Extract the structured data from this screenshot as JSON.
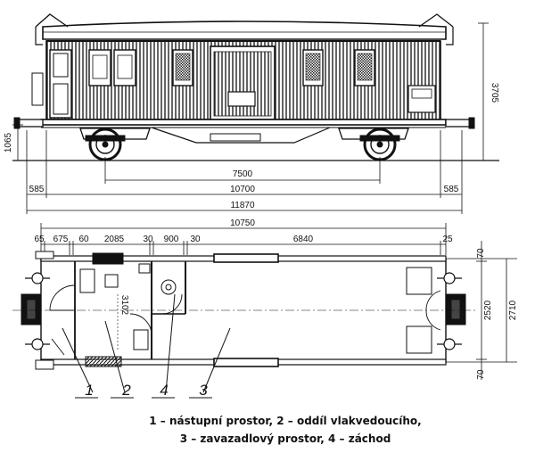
{
  "side_view": {
    "height_total": "3705",
    "floor_height": "1065",
    "bogie_pitch": "7500",
    "body_length": "10700",
    "overhang_left": "585",
    "overhang_right": "585",
    "length_over_buffers": "11870"
  },
  "plan_view": {
    "frame_length": "10750",
    "segments": [
      "65",
      "675",
      "60",
      "2085",
      "30",
      "900",
      "30",
      "6840",
      "25"
    ],
    "interior_width": "2520",
    "outer_width": "2710",
    "side_margin_top": "70",
    "side_margin_bottom": "70",
    "partition_length": "3102"
  },
  "callouts": [
    "1",
    "2",
    "4",
    "3"
  ],
  "legend": {
    "line1": "1 – nástupní prostor, 2 – oddíl vlakvedoucího,",
    "line2": "3 – zavazadlový prostor, 4 – záchod"
  }
}
